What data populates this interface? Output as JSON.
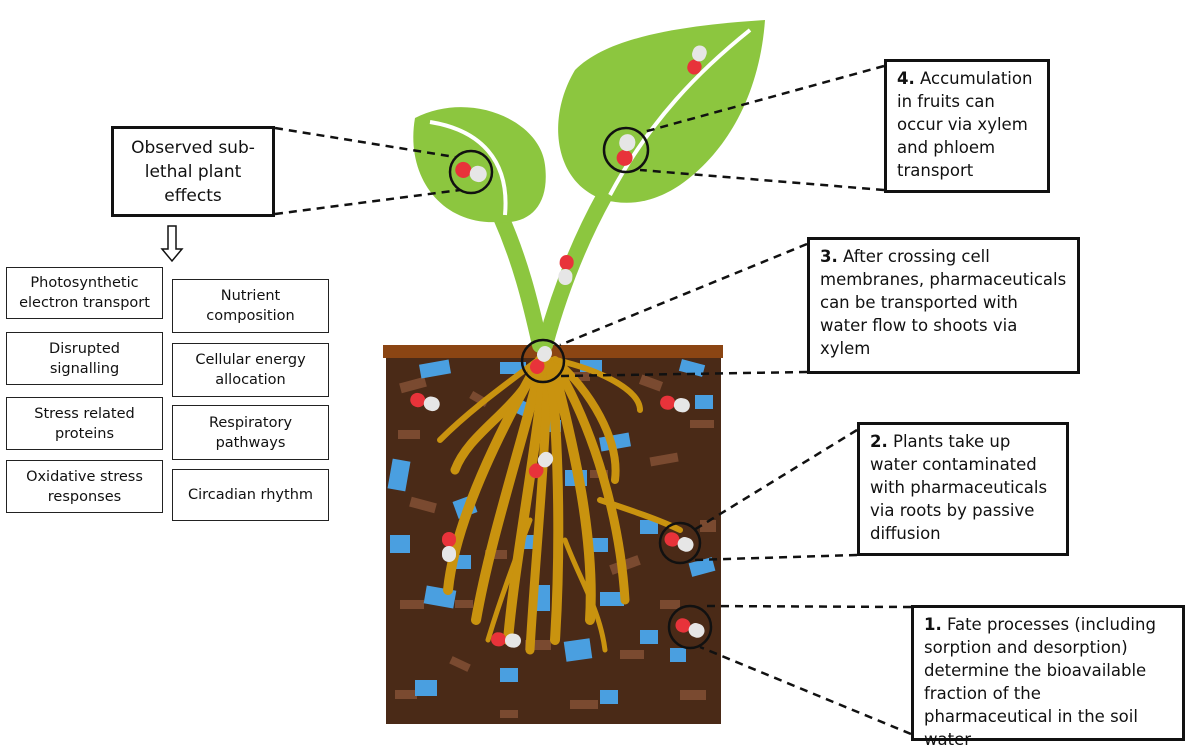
{
  "effects_title": "Observed sub-lethal plant effects",
  "effects": [
    "Photosynthetic electron transport",
    "Disrupted signalling",
    "Stress related proteins",
    "Oxidative stress responses",
    "Nutrient composition",
    "Cellular energy allocation",
    "Respiratory pathways",
    "Circadian rhythm"
  ],
  "steps": [
    {
      "number": "1.",
      "text": "Fate processes (including sorption and desorption) determine the bioavailable fraction of the pharmaceutical in the soil water"
    },
    {
      "number": "2.",
      "text": "Plants take up water contaminated with pharmaceuticals via roots by passive diffusion"
    },
    {
      "number": "3.",
      "text": "After crossing cell membranes, pharmaceuticals can be transported with water flow to shoots via xylem"
    },
    {
      "number": "4.",
      "text": "Accumulation in fruits can occur via xylem and phloem transport"
    }
  ],
  "colors": {
    "leaf": "#8cc63f",
    "leaf_dark": "#6fae2b",
    "stem": "#8cc63f",
    "soil": "#4a2a17",
    "soil_top": "#8b4513",
    "soil_patch": "#7a4a30",
    "water": "#4a9fe0",
    "root": "#c9930f",
    "pill_red": "#e8333a",
    "pill_white": "#e6e6e6"
  }
}
